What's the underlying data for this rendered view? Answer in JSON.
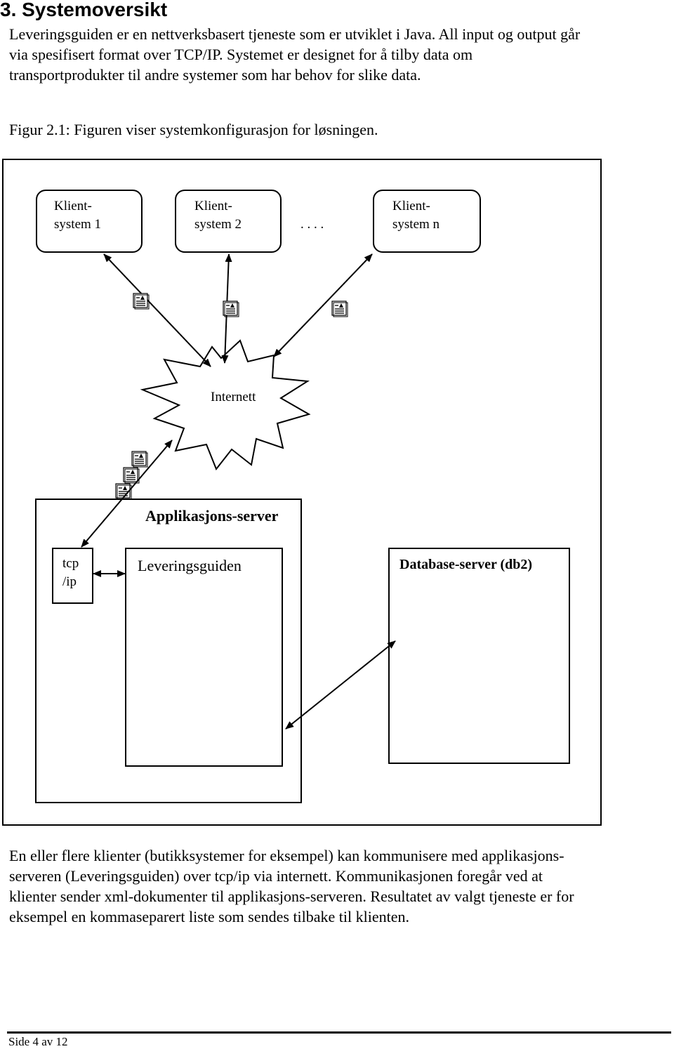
{
  "heading": "3. Systemoversikt",
  "intro_lines": [
    "Leveringsguiden er en nettverksbasert tjeneste som er utviklet i Java. All input og output går",
    "via spesifisert format over TCP/IP. Systemet er designet for å tilby data om",
    "transportprodukter til andre systemer som har behov for slike data."
  ],
  "caption": "Figur 2.1: Figuren viser systemkonfigurasjon for løsningen.",
  "diagram": {
    "clients": [
      {
        "line1": "Klient-",
        "line2": "system 1"
      },
      {
        "line1": "Klient-",
        "line2": "system 2"
      },
      {
        "line1": "Klient-",
        "line2": "system n"
      }
    ],
    "ellipsis": ". . . .",
    "internet_label": "Internett",
    "app_server_label": "Applikasjons-server",
    "tcp_label_1": "tcp",
    "tcp_label_2": "/ip",
    "leveringsguiden_label": "Leveringsguiden",
    "database_label": "Database-server (db2)",
    "document_icon": "document-icon"
  },
  "outro_lines": [
    "En eller flere klienter (butikksystemer for eksempel) kan kommunisere med applikasjons-",
    "serveren (Leveringsguiden) over tcp/ip via internett. Kommunikasjonen foregår ved at",
    "klienter sender xml-dokumenter til applikasjons-serveren. Resultatet av valgt tjeneste er for",
    "eksempel en kommaseparert liste som sendes tilbake til klienten."
  ],
  "footer": "Side 4 av 12"
}
